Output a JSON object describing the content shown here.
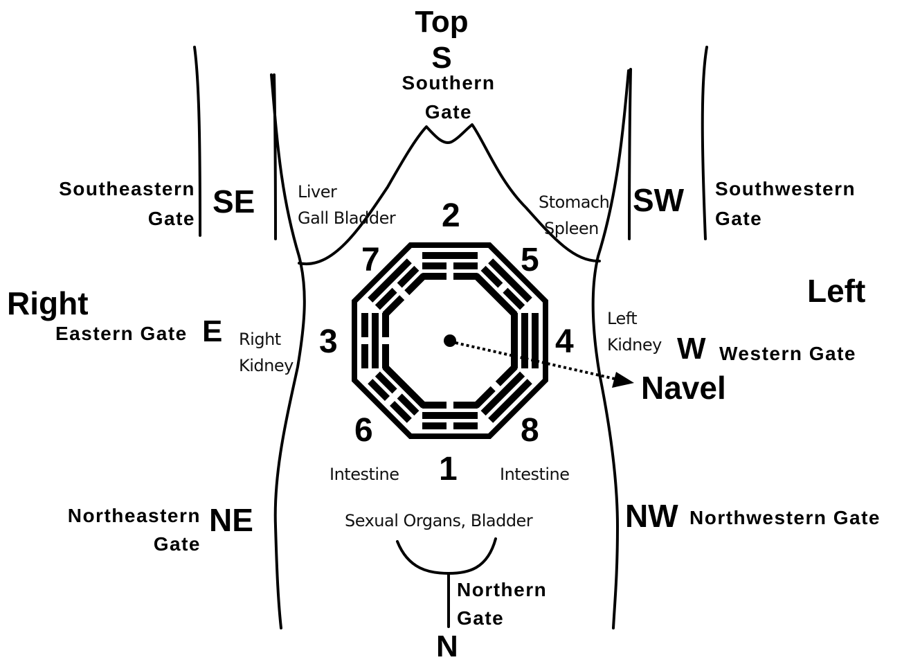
{
  "colors": {
    "ink": "#000000",
    "background": "#ffffff"
  },
  "header": {
    "top": "Top",
    "s": "S"
  },
  "gates": {
    "southern": [
      "Southern",
      "Gate"
    ],
    "southeastern": [
      "Southeastern",
      "Gate"
    ],
    "southwestern": [
      "Southwestern",
      "Gate"
    ],
    "eastern": "Eastern Gate",
    "western": "Western Gate",
    "northeastern": [
      "Northeastern",
      "Gate"
    ],
    "northwestern": "Northwestern Gate",
    "northern": [
      "Northern",
      "Gate"
    ]
  },
  "directions": {
    "se": "SE",
    "sw": "SW",
    "e": "E",
    "w": "W",
    "ne": "NE",
    "nw": "NW",
    "n": "N"
  },
  "sides": {
    "right": "Right",
    "left": "Left"
  },
  "organs": {
    "liver": [
      "Liver",
      "Gall Bladder"
    ],
    "stomach": [
      "Stomach",
      "Spleen"
    ],
    "right_kidney": [
      "Right",
      "Kidney"
    ],
    "left_kidney": [
      "Left",
      "Kidney"
    ],
    "intestine_left": "Intestine",
    "intestine_right": "Intestine",
    "sexual": "Sexual Organs, Bladder"
  },
  "numbers": {
    "n1": "1",
    "n2": "2",
    "n3": "3",
    "n4": "4",
    "n5": "5",
    "n6": "6",
    "n7": "7",
    "n8": "8"
  },
  "navel": "Navel",
  "icons": {
    "bagua": "bagua-octagon-icon",
    "arrow": "navel-pointer-arrow-icon"
  }
}
